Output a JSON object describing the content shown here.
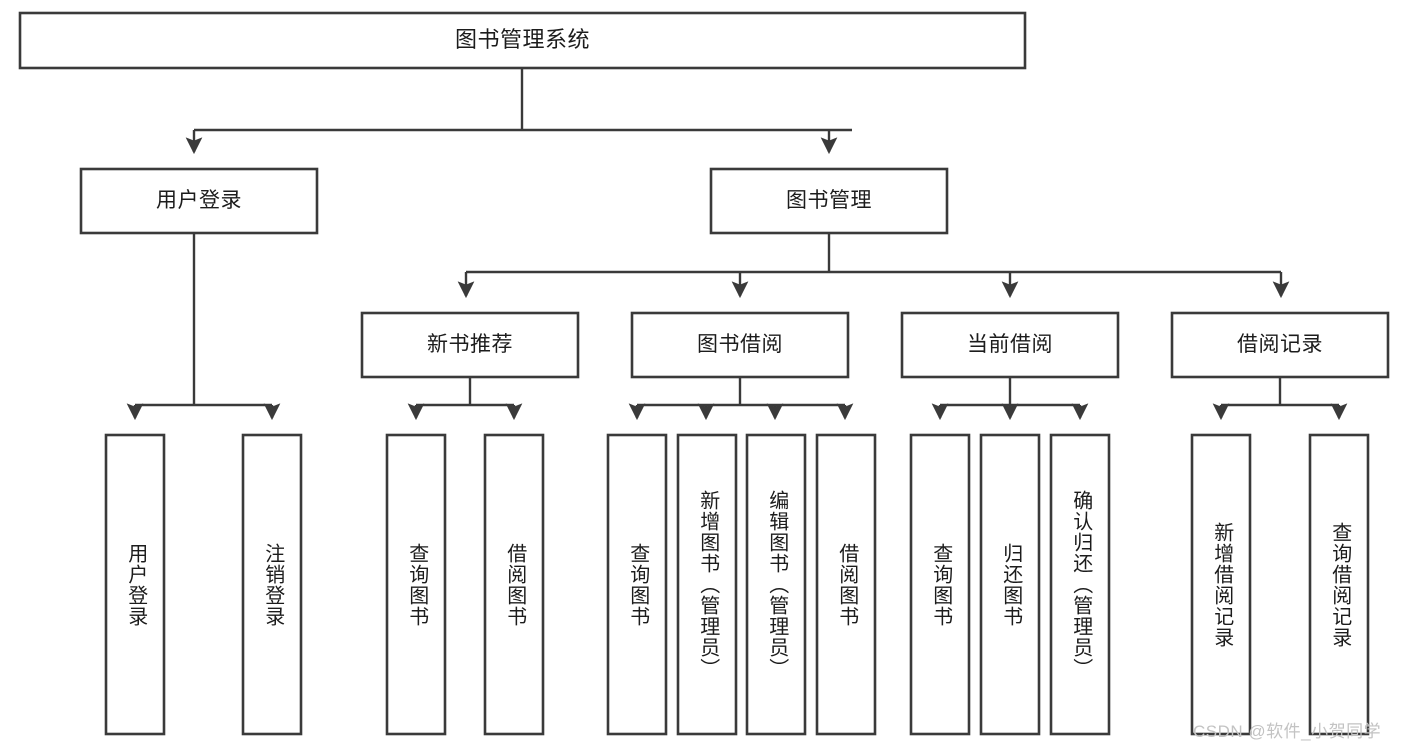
{
  "diagram": {
    "type": "tree-hierarchy-flowchart",
    "title": "图书管理系统",
    "watermark": "CSDN @软件_小贺同学",
    "colors": {
      "box_stroke": "#3a3a3a",
      "box_fill": "#ffffff",
      "text": "#1c1c1c",
      "background": "#ffffff",
      "watermark": "#c3c3c3"
    },
    "levels": {
      "level0": [
        {
          "id": "root",
          "label": "图书管理系统"
        }
      ],
      "level1": [
        {
          "id": "login",
          "label": "用户登录",
          "parent": "root"
        },
        {
          "id": "bookmgmt",
          "label": "图书管理",
          "parent": "root"
        }
      ],
      "level2": [
        {
          "id": "newbook",
          "label": "新书推荐",
          "parent": "bookmgmt"
        },
        {
          "id": "borrow",
          "label": "图书借阅",
          "parent": "bookmgmt"
        },
        {
          "id": "current",
          "label": "当前借阅",
          "parent": "bookmgmt"
        },
        {
          "id": "records",
          "label": "借阅记录",
          "parent": "bookmgmt"
        }
      ],
      "level3": [
        {
          "id": "leaf-1",
          "label": "用户登录",
          "parent": "login"
        },
        {
          "id": "leaf-2",
          "label": "注销登录",
          "parent": "login"
        },
        {
          "id": "leaf-3",
          "label": "查询图书",
          "parent": "newbook"
        },
        {
          "id": "leaf-4",
          "label": "借阅图书",
          "parent": "newbook"
        },
        {
          "id": "leaf-5",
          "label": "查询图书",
          "parent": "borrow"
        },
        {
          "id": "leaf-6",
          "label": "新增图书（管理员）",
          "parent": "borrow"
        },
        {
          "id": "leaf-7",
          "label": "编辑图书（管理员）",
          "parent": "borrow"
        },
        {
          "id": "leaf-8",
          "label": "借阅图书",
          "parent": "borrow"
        },
        {
          "id": "leaf-9",
          "label": "查询图书",
          "parent": "current"
        },
        {
          "id": "leaf-10",
          "label": "归还图书",
          "parent": "current"
        },
        {
          "id": "leaf-11",
          "label": "确认归还（管理员）",
          "parent": "current"
        },
        {
          "id": "leaf-12",
          "label": "新增借阅记录",
          "parent": "records"
        },
        {
          "id": "leaf-13",
          "label": "查询借阅记录",
          "parent": "records"
        }
      ]
    }
  }
}
